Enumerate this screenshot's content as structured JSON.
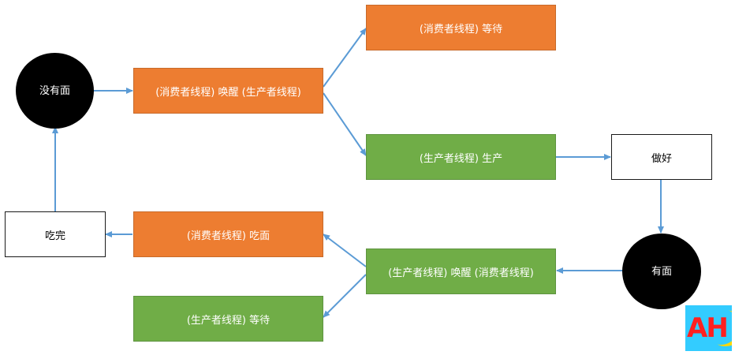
{
  "nodes": {
    "no_noodles": "没有面",
    "consumer_wakes_producer": "(消费者线程) 唤醒 (生产者线程)",
    "consumer_waits": "(消费者线程) 等待",
    "producer_produces": "(生产者线程) 生产",
    "done": "做好",
    "has_noodles": "有面",
    "producer_wakes_consumer": "(生产者线程) 唤醒 (消费者线程)",
    "consumer_eats": "(消费者线程) 吃面",
    "producer_waits": "(生产者线程) 等待",
    "finished_eating": "吃完"
  },
  "logo": {
    "text": "AH"
  },
  "colors": {
    "orange": "#ED7D31",
    "green": "#70AD47",
    "arrow": "#5B9BD5",
    "circle": "#000000"
  }
}
